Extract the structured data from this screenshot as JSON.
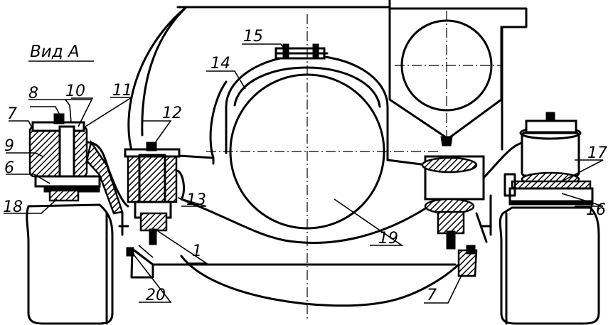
{
  "view_title": "Вид А",
  "labels": {
    "l1": "1",
    "l6": "6",
    "l7a": "7",
    "l7b": "7",
    "l8": "8",
    "l9": "9",
    "l10": "10",
    "l11": "11",
    "l12": "12",
    "l13": "13",
    "l14": "14",
    "l15": "15",
    "l16": "16",
    "l17": "17",
    "l18": "18",
    "l19": "19",
    "l20": "20"
  },
  "colors": {
    "ink": "#000000",
    "paper": "#ffffff"
  }
}
